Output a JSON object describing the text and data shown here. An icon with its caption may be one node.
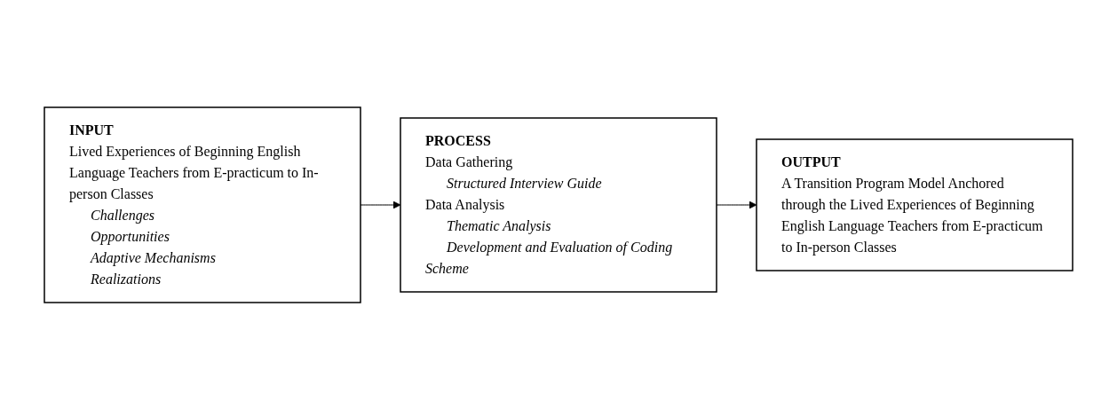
{
  "diagram": {
    "nodes": [
      {
        "text": [
          "INPUT",
          "Lived Experiences of Beginning English Language Teachers from E-practicum to In-person Classes",
          "Challenges",
          "Opportunities",
          "Adaptive Mechanisms",
          "Realizations"
        ]
      },
      {
        "text": [
          "PROCESS",
          "Data Gathering",
          "Structured Interview Guide",
          "Data Analysis",
          "Thematic Analysis",
          "Development and Evaluation of Coding Scheme"
        ]
      },
      {
        "text": [
          "OUTPUT",
          "A Transition Program Model Anchored through the Lived Experiences of Beginning English Language Teachers from E-practicum to In-person Classes"
        ]
      }
    ],
    "edges": [
      {
        "from": 0,
        "to": 1,
        "arrow": "to"
      },
      {
        "from": 1,
        "to": 2,
        "arrow": "to"
      }
    ]
  }
}
